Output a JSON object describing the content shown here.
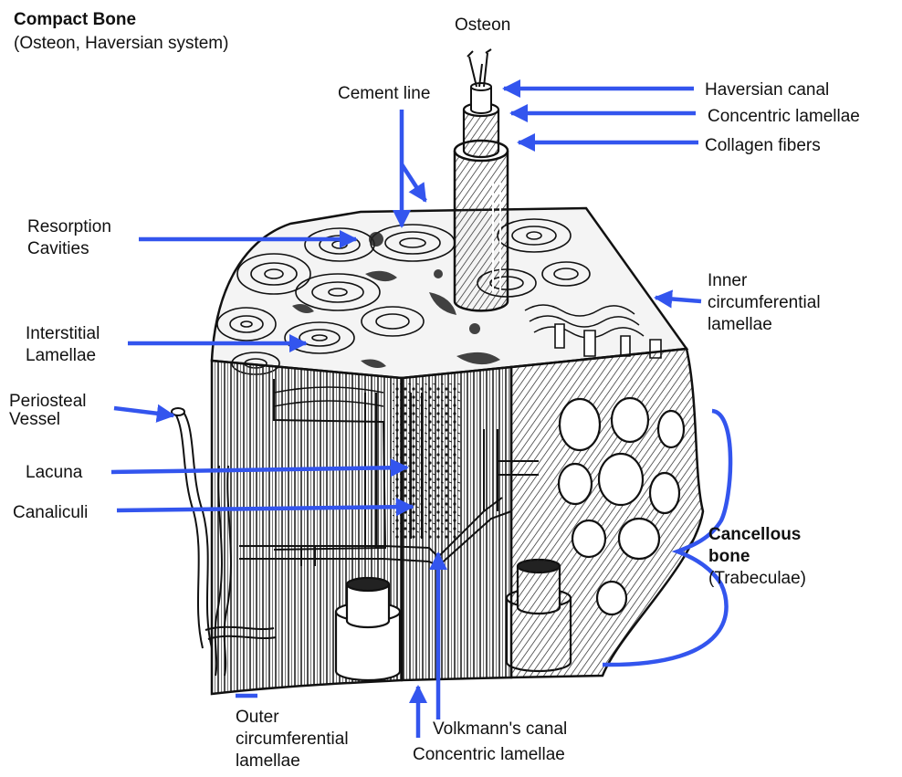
{
  "title": {
    "line1": "Compact Bone",
    "line2": "(Osteon, Haversian system)"
  },
  "labels": {
    "osteon": "Osteon",
    "haversian_canal": "Haversian canal",
    "concentric_lamellae_top": "Concentric lamellae",
    "collagen_fibers": "Collagen fibers",
    "cement_line": "Cement line",
    "resorption_cavities": [
      "Resorption",
      "Cavities"
    ],
    "interstitial_lamellae": [
      "Interstitial",
      "Lamellae"
    ],
    "periosteal_vessel": [
      "Periosteal",
      "Vessel"
    ],
    "lacuna": "Lacuna",
    "canaliculi": "Canaliculi",
    "inner_circumferential_lamellae": [
      "Inner",
      "circumferential",
      "lamellae"
    ],
    "cancellous_bone": [
      "Cancellous",
      "bone",
      "(Trabeculae)"
    ],
    "outer_circumferential_lamellae": [
      "Outer",
      "circumferential",
      "lamellae"
    ],
    "volkmanns_canal": "Volkmann's canal",
    "concentric_lamellae_bottom": "Concentric lamellae"
  },
  "colors": {
    "arrow": "#3355ee",
    "ink": "#1a1a1a"
  }
}
